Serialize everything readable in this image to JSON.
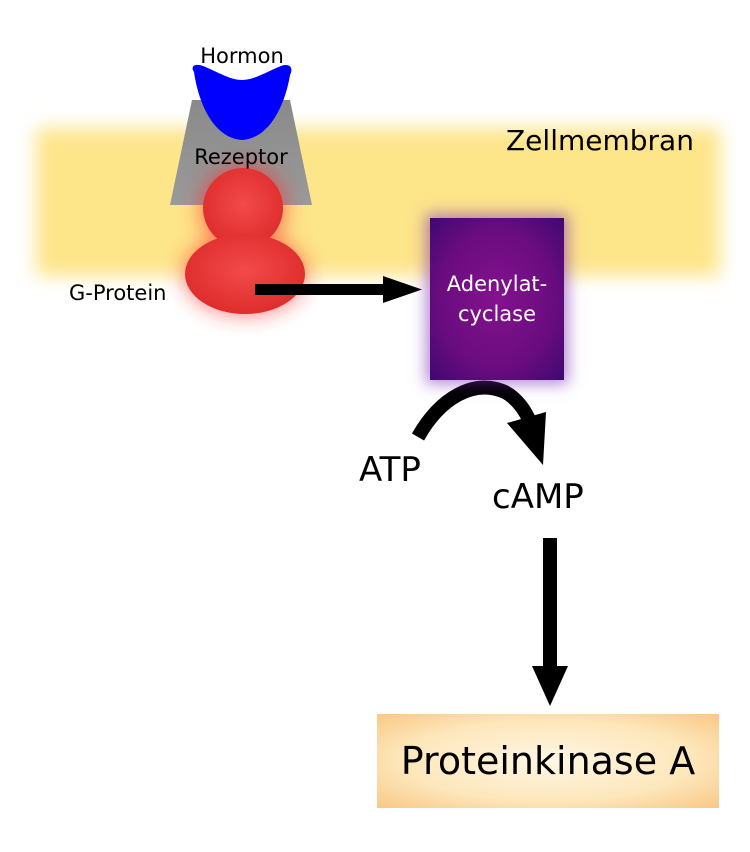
{
  "labels": {
    "hormone": "Hormon",
    "receptor": "Rezeptor",
    "membrane": "Zellmembran",
    "g_protein": "G-Protein",
    "adenylate_cyclase_line1": "Adenylat-",
    "adenylate_cyclase_line2": "cyclase",
    "atp": "ATP",
    "camp": "cAMP",
    "protein_kinase": "Proteinkinase A"
  },
  "colors": {
    "membrane": "#fde58a",
    "hormone": "#0000ff",
    "receptor": "#888888",
    "g_protein": "#e53334",
    "adenylate_cyclase": "#6a0c80",
    "protein_kinase": "#fde7bb",
    "arrows": "#000000"
  }
}
